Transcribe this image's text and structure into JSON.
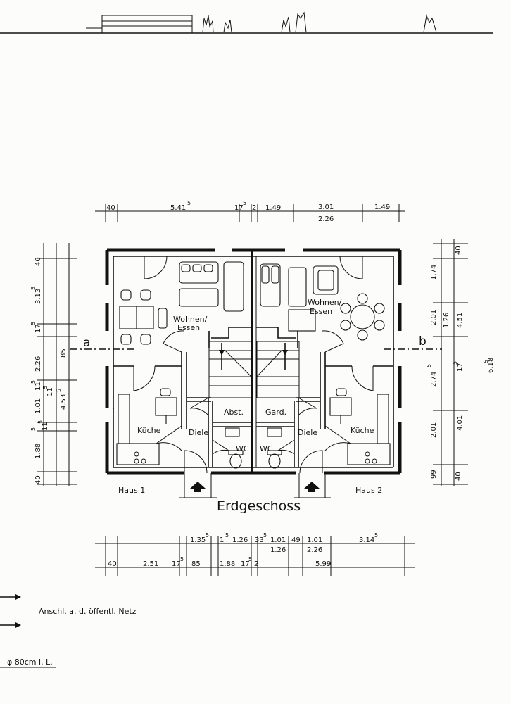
{
  "title": "Erdgeschoss",
  "units": [
    "Haus 1",
    "Haus 2"
  ],
  "section_markers": [
    "a",
    "b"
  ],
  "rooms": {
    "wohnen_essen_line1": "Wohnen/",
    "wohnen_essen_line2": "Essen",
    "kueche": "Küche",
    "diele": "Diele",
    "wc": "WC",
    "abst": "Abst.",
    "gard": "Gard."
  },
  "note_connection": "Anschl. a. d. öffentl. Netz",
  "note_pipe": "φ 80cm i. L.",
  "dims_top": [
    "40",
    "5.41",
    "5",
    "17",
    "5",
    "2",
    "1.49",
    "3.01",
    "2.26",
    "1.49"
  ],
  "dims_bottom_upper": [
    "1.35",
    "5",
    "1",
    "5",
    "1.26",
    "33",
    "5",
    "1.01",
    "1.26",
    "49",
    "1.01",
    "2.26",
    "3.14",
    "5"
  ],
  "dims_bottom_lower": [
    "40",
    "2.51",
    "17",
    "5",
    "85",
    "1.88",
    "17",
    "5",
    "2",
    "5.99"
  ],
  "dims_left": [
    "40",
    "3.13",
    "5",
    "17",
    "5",
    "2.26",
    "85",
    "11",
    "5",
    "1.01",
    "11",
    "5",
    "4.53",
    "5",
    "1.88",
    "5",
    "11",
    "5",
    "40"
  ],
  "dims_right": [
    "40",
    "1.74",
    "2.01",
    "1.26",
    "4.51",
    "2.74",
    "5",
    "17",
    "5",
    "2.01",
    "4.01",
    "99",
    "40",
    "6.18",
    "5"
  ]
}
